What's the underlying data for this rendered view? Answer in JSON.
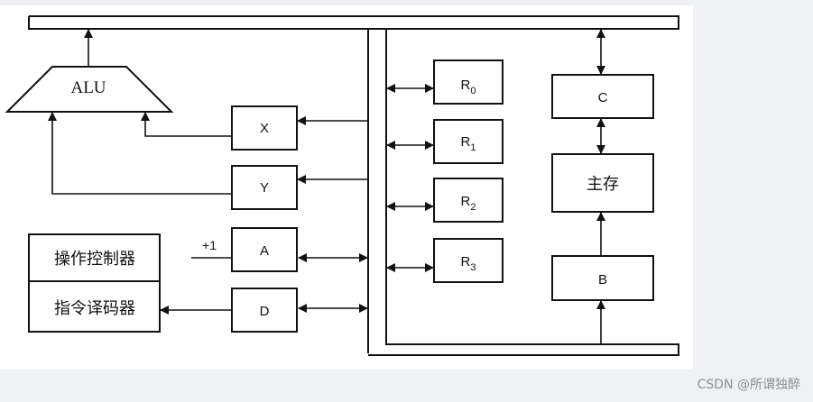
{
  "diagram": {
    "alu": "ALU",
    "registers": {
      "x": "X",
      "y": "Y",
      "a": "A",
      "d": "D",
      "c": "C",
      "b": "B"
    },
    "general_registers": [
      {
        "letter": "R",
        "index": "0"
      },
      {
        "letter": "R",
        "index": "1"
      },
      {
        "letter": "R",
        "index": "2"
      },
      {
        "letter": "R",
        "index": "3"
      }
    ],
    "memory": "主存",
    "op_controller": "操作控制器",
    "instr_decoder": "指令译码器",
    "increment": "+1"
  },
  "watermark": "CSDN @所谓独醉"
}
